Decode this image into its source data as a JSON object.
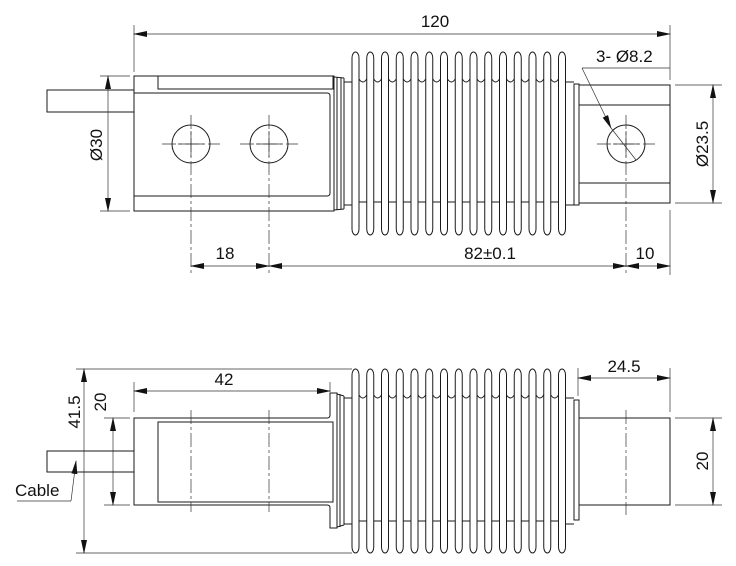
{
  "top_view": {
    "dim_length_total": "120",
    "dim_diameter_left": "Ø30",
    "dim_hole_spec": "3- Ø8.2",
    "dim_diameter_right": "Ø23.5",
    "dim_hole_spacing": "18",
    "dim_center_distance": "82±0.1",
    "dim_end_offset": "10"
  },
  "side_view": {
    "dim_total_height": "41.5",
    "dim_block_height_left": "20",
    "dim_block_length": "42",
    "dim_end_length": "24.5",
    "dim_block_height_right": "20",
    "cable_label": "Cable"
  }
}
